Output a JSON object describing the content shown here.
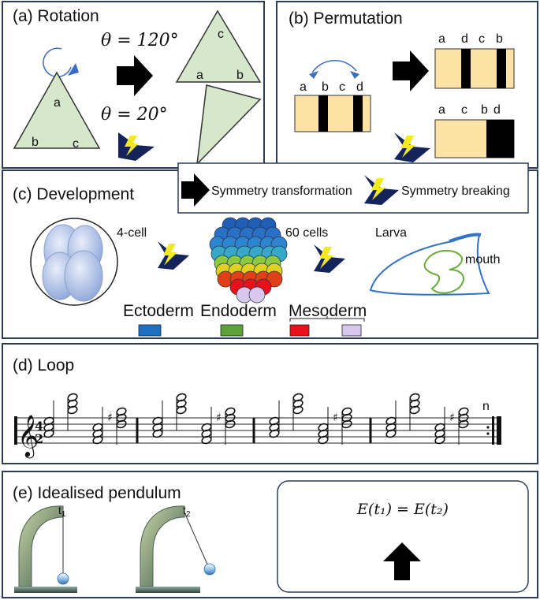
{
  "panels": {
    "rotation": {
      "title": "(a) Rotation",
      "angle_top": "θ = 120°",
      "angle_bottom": "θ = 20°",
      "vertex_labels_original": [
        "a",
        "b",
        "c"
      ],
      "vertex_labels_rotated": [
        "c",
        "a",
        "b"
      ]
    },
    "permutation": {
      "title": "(b) Permutation",
      "labels_original": [
        "a",
        "b",
        "c",
        "d"
      ],
      "labels_symmetric": [
        "a",
        "d",
        "c",
        "b"
      ],
      "labels_broken": [
        "a",
        "c",
        "b",
        "d"
      ]
    },
    "legend": {
      "symmetry_transformation": "Symmetry transformation",
      "symmetry_breaking": "Symmetry breaking"
    },
    "development": {
      "title": "(c) Development",
      "stage_1": "4-cell",
      "stage_2": "60 cells",
      "stage_3": "Larva",
      "mouth": "mouth",
      "layers": [
        {
          "name": "Ectoderm",
          "color": "#1f6fc0"
        },
        {
          "name": "Endoderm",
          "color": "#5da13a"
        },
        {
          "name": "Mesoderm",
          "color": "#e8101a"
        },
        {
          "name": "",
          "color": "#d8c8ee"
        }
      ]
    },
    "loop": {
      "title": "(d) Loop",
      "time_top": "4",
      "time_bottom": "2",
      "repeat_mark": "n"
    },
    "pendulum": {
      "title": "(e) Idealised pendulum",
      "t1": "t",
      "t1_sub": "1",
      "t2": "t",
      "t2_sub": "2",
      "equation": "E(t₁) = E(t₂)"
    }
  },
  "colors": {
    "triangle_fill": "#d6e8cc",
    "band_yellow": "#fde2a6",
    "arrow_navy": "#14235a",
    "lightning": "#f2ea1e",
    "border": "#2c3c58"
  }
}
